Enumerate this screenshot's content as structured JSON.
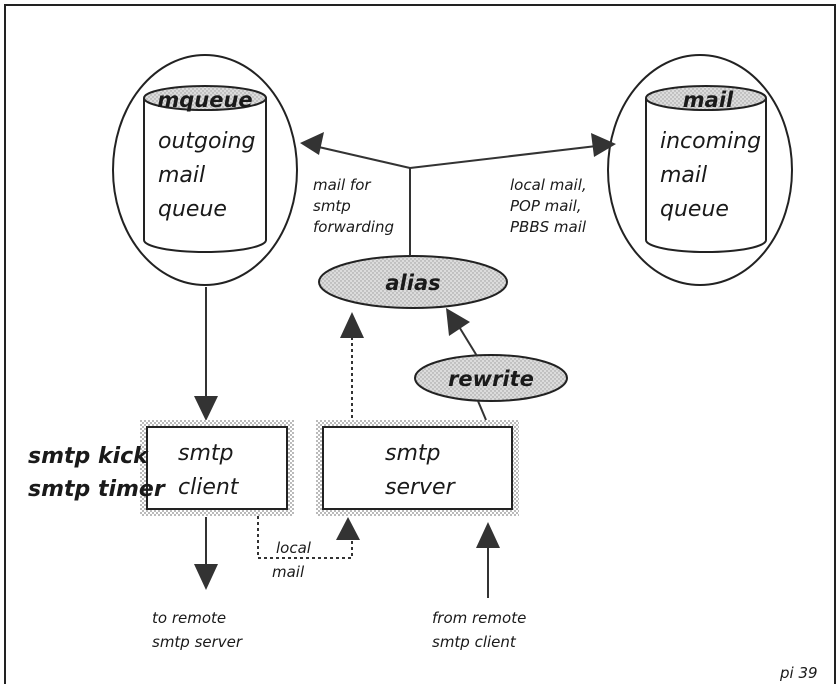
{
  "mqueue": {
    "title": "mqueue",
    "line1": "outgoing",
    "line2": "mail",
    "line3": "queue"
  },
  "mail": {
    "title": "mail",
    "line1": "incoming",
    "line2": "mail",
    "line3": "queue"
  },
  "labels": {
    "forward1": "mail for",
    "forward2": "smtp",
    "forward3": "forwarding",
    "local1": "local mail,",
    "local2": "POP mail,",
    "local3": "PBBS mail",
    "alias": "alias",
    "rewrite": "rewrite",
    "kick": "smtp kick",
    "timer": "smtp timer",
    "client1": "smtp",
    "client2": "client",
    "server1": "smtp",
    "server2": "server",
    "localmail1": "local",
    "localmail2": "mail",
    "toremote1": "to remote",
    "toremote2": "smtp server",
    "fromremote1": "from remote",
    "fromremote2": "smtp client",
    "figure_id": "pi 39"
  },
  "colors": {
    "ellipse_fill": "#d4d4d4",
    "shadow": "#c8c8c8",
    "line": "#333333"
  }
}
